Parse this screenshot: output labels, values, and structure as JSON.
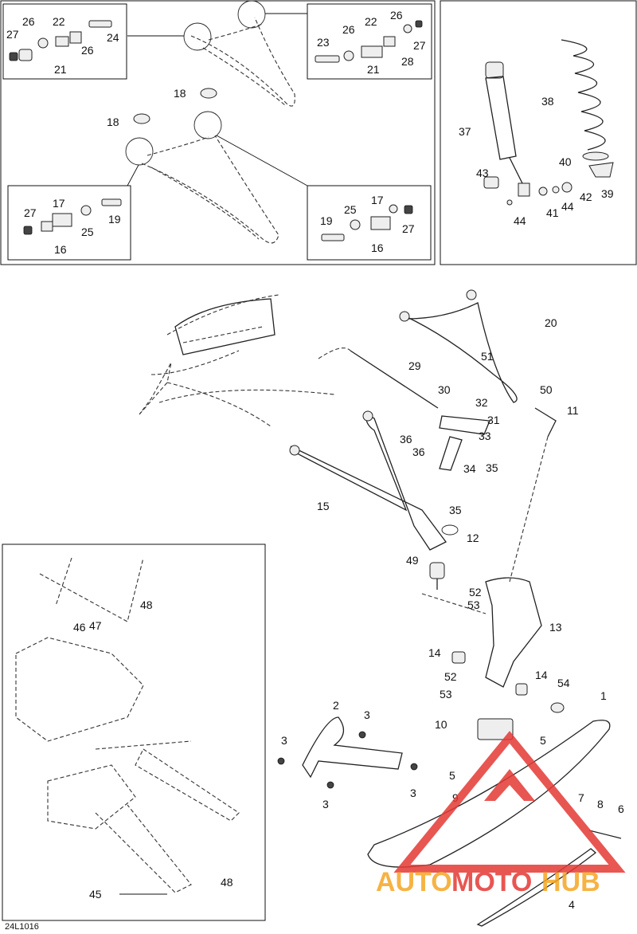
{
  "diagram": {
    "code": "24L1016",
    "watermark": {
      "part1": "AUTO",
      "part2": "MOTO",
      "part3": "HUB",
      "colors": {
        "red": "#e53935",
        "orange": "#f5a623"
      }
    },
    "labels": [
      {
        "id": "l26a",
        "text": "26"
      },
      {
        "id": "l22a",
        "text": "22"
      },
      {
        "id": "l27a",
        "text": "27"
      },
      {
        "id": "l24",
        "text": "24"
      },
      {
        "id": "l26b",
        "text": "26"
      },
      {
        "id": "l21a",
        "text": "21"
      },
      {
        "id": "l22b",
        "text": "22"
      },
      {
        "id": "l26c",
        "text": "26"
      },
      {
        "id": "l23",
        "text": "23"
      },
      {
        "id": "l26d",
        "text": "26"
      },
      {
        "id": "l27b",
        "text": "27"
      },
      {
        "id": "l28",
        "text": "28"
      },
      {
        "id": "l21b",
        "text": "21"
      },
      {
        "id": "l18a",
        "text": "18"
      },
      {
        "id": "l18b",
        "text": "18"
      },
      {
        "id": "l17a",
        "text": "17"
      },
      {
        "id": "l27c",
        "text": "27"
      },
      {
        "id": "l19a",
        "text": "19"
      },
      {
        "id": "l25a",
        "text": "25"
      },
      {
        "id": "l16a",
        "text": "16"
      },
      {
        "id": "l17b",
        "text": "17"
      },
      {
        "id": "l19b",
        "text": "19"
      },
      {
        "id": "l25b",
        "text": "25"
      },
      {
        "id": "l27d",
        "text": "27"
      },
      {
        "id": "l16b",
        "text": "16"
      },
      {
        "id": "l38",
        "text": "38"
      },
      {
        "id": "l37",
        "text": "37"
      },
      {
        "id": "l40",
        "text": "40"
      },
      {
        "id": "l43",
        "text": "43"
      },
      {
        "id": "l42",
        "text": "42"
      },
      {
        "id": "l39",
        "text": "39"
      },
      {
        "id": "l44a",
        "text": "44"
      },
      {
        "id": "l41",
        "text": "41"
      },
      {
        "id": "l44b",
        "text": "44"
      },
      {
        "id": "l20",
        "text": "20"
      },
      {
        "id": "l29",
        "text": "29"
      },
      {
        "id": "l51",
        "text": "51"
      },
      {
        "id": "l30",
        "text": "30"
      },
      {
        "id": "l32",
        "text": "32"
      },
      {
        "id": "l50",
        "text": "50"
      },
      {
        "id": "l11",
        "text": "11"
      },
      {
        "id": "l31",
        "text": "31"
      },
      {
        "id": "l36a",
        "text": "36"
      },
      {
        "id": "l33",
        "text": "33"
      },
      {
        "id": "l36b",
        "text": "36"
      },
      {
        "id": "l34",
        "text": "34"
      },
      {
        "id": "l35a",
        "text": "35"
      },
      {
        "id": "l15",
        "text": "15"
      },
      {
        "id": "l35b",
        "text": "35"
      },
      {
        "id": "l12",
        "text": "12"
      },
      {
        "id": "l49",
        "text": "49"
      },
      {
        "id": "l52a",
        "text": "52"
      },
      {
        "id": "l53a",
        "text": "53"
      },
      {
        "id": "l13",
        "text": "13"
      },
      {
        "id": "l14a",
        "text": "14"
      },
      {
        "id": "l14b",
        "text": "14"
      },
      {
        "id": "l52b",
        "text": "52"
      },
      {
        "id": "l53b",
        "text": "53"
      },
      {
        "id": "l54",
        "text": "54"
      },
      {
        "id": "l1",
        "text": "1"
      },
      {
        "id": "l2",
        "text": "2"
      },
      {
        "id": "l3a",
        "text": "3"
      },
      {
        "id": "l3b",
        "text": "3"
      },
      {
        "id": "l3c",
        "text": "3"
      },
      {
        "id": "l3d",
        "text": "3"
      },
      {
        "id": "l10",
        "text": "10"
      },
      {
        "id": "l5a",
        "text": "5"
      },
      {
        "id": "l5b",
        "text": "5"
      },
      {
        "id": "l9",
        "text": "9"
      },
      {
        "id": "l7",
        "text": "7"
      },
      {
        "id": "l8",
        "text": "8"
      },
      {
        "id": "l6",
        "text": "6"
      },
      {
        "id": "l4",
        "text": "4"
      },
      {
        "id": "l48a",
        "text": "48"
      },
      {
        "id": "l46",
        "text": "46"
      },
      {
        "id": "l47",
        "text": "47"
      },
      {
        "id": "l45",
        "text": "45"
      },
      {
        "id": "l48b",
        "text": "48"
      }
    ]
  }
}
